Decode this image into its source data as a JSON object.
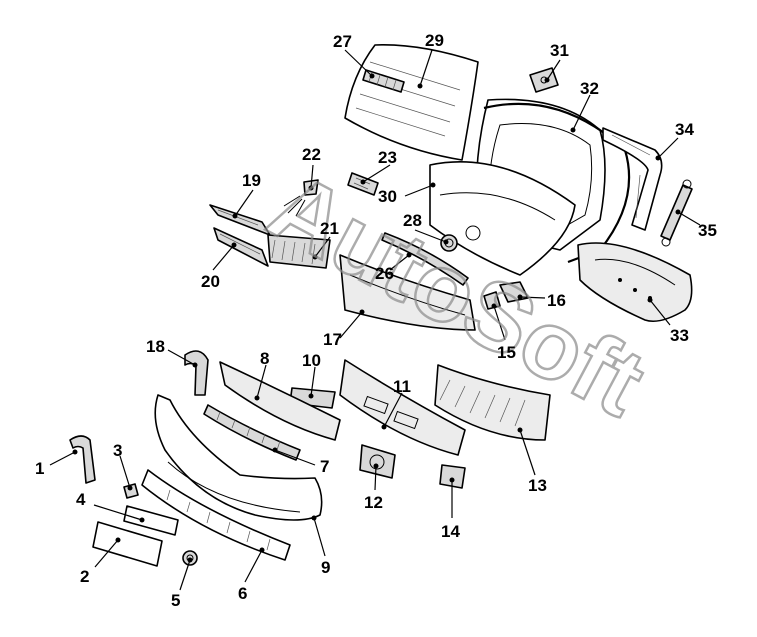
{
  "watermark": "AutoSoft",
  "callouts": [
    {
      "id": "1",
      "label": "1"
    },
    {
      "id": "2",
      "label": "2"
    },
    {
      "id": "3",
      "label": "3"
    },
    {
      "id": "4",
      "label": "4"
    },
    {
      "id": "5",
      "label": "5"
    },
    {
      "id": "6",
      "label": "6"
    },
    {
      "id": "7",
      "label": "7"
    },
    {
      "id": "8",
      "label": "8"
    },
    {
      "id": "9",
      "label": "9"
    },
    {
      "id": "10",
      "label": "10"
    },
    {
      "id": "11",
      "label": "11"
    },
    {
      "id": "12",
      "label": "12"
    },
    {
      "id": "13",
      "label": "13"
    },
    {
      "id": "14",
      "label": "14"
    },
    {
      "id": "15",
      "label": "15"
    },
    {
      "id": "16",
      "label": "16"
    },
    {
      "id": "17",
      "label": "17"
    },
    {
      "id": "18",
      "label": "18"
    },
    {
      "id": "19",
      "label": "19"
    },
    {
      "id": "20",
      "label": "20"
    },
    {
      "id": "21",
      "label": "21"
    },
    {
      "id": "22",
      "label": "22"
    },
    {
      "id": "23",
      "label": "23"
    },
    {
      "id": "26",
      "label": "26"
    },
    {
      "id": "27",
      "label": "27"
    },
    {
      "id": "28",
      "label": "28"
    },
    {
      "id": "29",
      "label": "29"
    },
    {
      "id": "30",
      "label": "30"
    },
    {
      "id": "31",
      "label": "31"
    },
    {
      "id": "32",
      "label": "32"
    },
    {
      "id": "33",
      "label": "33"
    },
    {
      "id": "34",
      "label": "34"
    },
    {
      "id": "35",
      "label": "35"
    }
  ]
}
